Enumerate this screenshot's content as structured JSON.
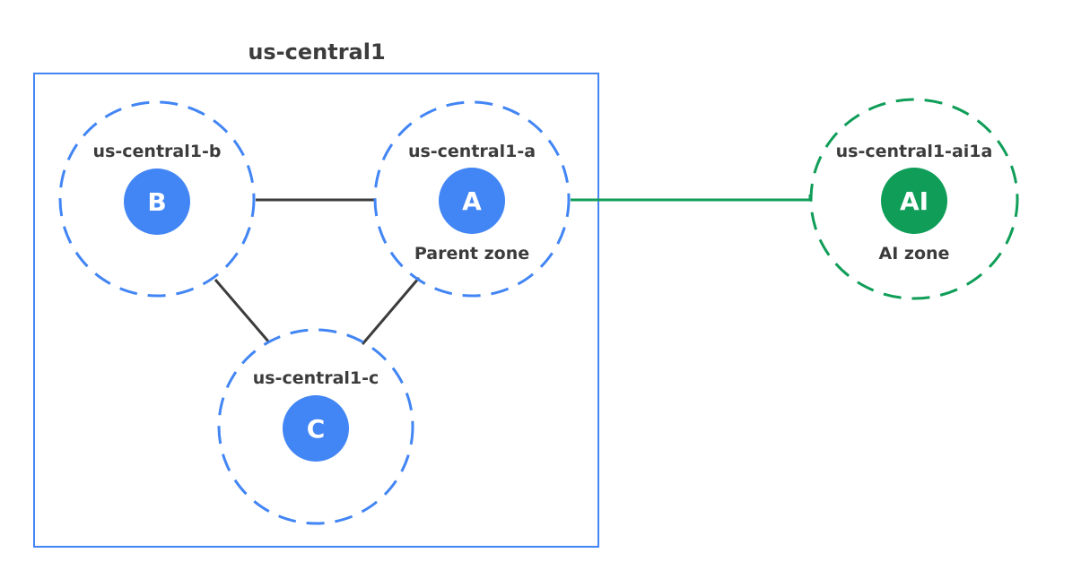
{
  "region": {
    "title": "us-central1"
  },
  "zones": [
    {
      "id": "b",
      "name": "us-central1-b",
      "letter": "B",
      "caption": "",
      "color": "#4285f4"
    },
    {
      "id": "a",
      "name": "us-central1-a",
      "letter": "A",
      "caption": "Parent zone",
      "color": "#4285f4"
    },
    {
      "id": "c",
      "name": "us-central1-c",
      "letter": "C",
      "caption": "",
      "color": "#4285f4"
    },
    {
      "id": "ai",
      "name": "us-central1-ai1a",
      "letter": "AI",
      "caption": "AI zone",
      "color": "#0f9d58"
    }
  ],
  "colors": {
    "region_border": "#4285f4",
    "link": "#3c3c3c",
    "ai_link": "#0f9d58",
    "text": "#3c3c3c"
  }
}
